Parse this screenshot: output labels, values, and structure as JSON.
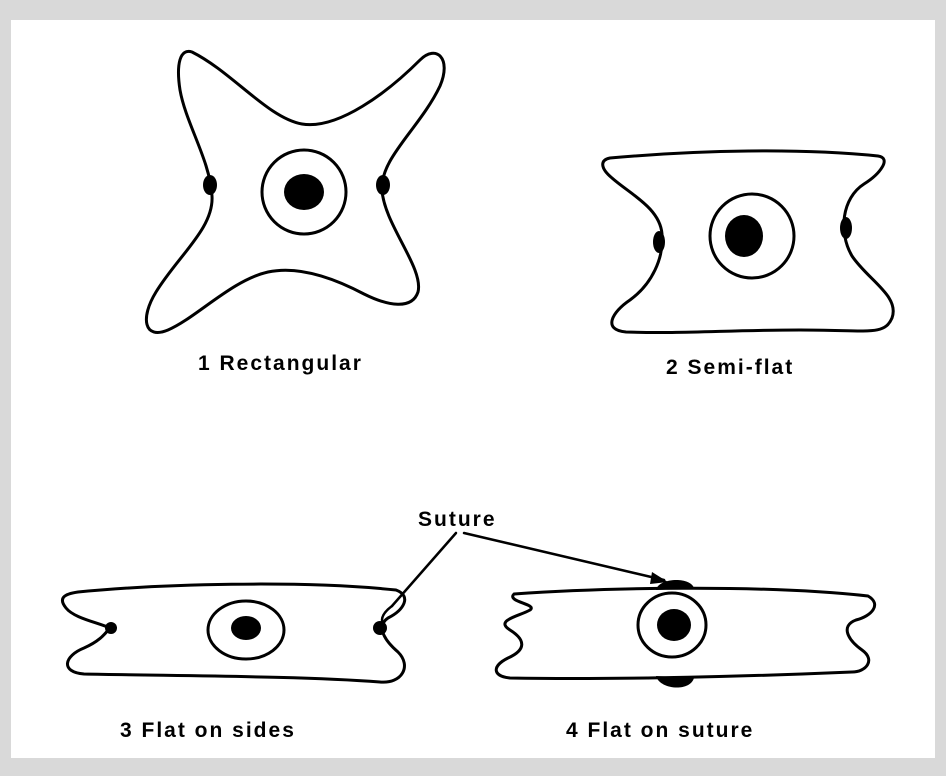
{
  "labels": {
    "rectangular": "1 Rectangular",
    "semi_flat": "2 Semi-flat",
    "flat_on_sides": "3 Flat on sides",
    "flat_on_suture": "4 Flat on suture",
    "suture": "Suture"
  },
  "colors": {
    "ink": "#000000",
    "background": "#ffffff",
    "frame": "#d9d9d9"
  }
}
